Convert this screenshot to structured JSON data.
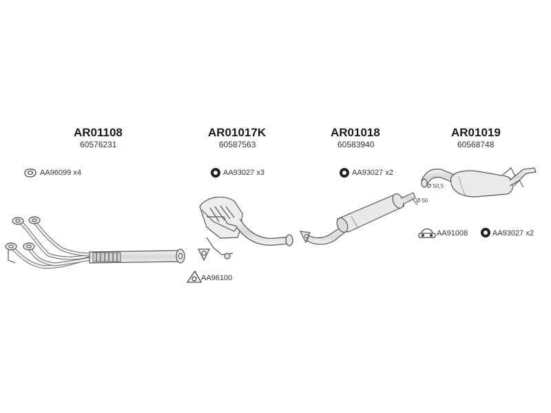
{
  "sections": [
    {
      "code": "AR01108",
      "oem": "60576231"
    },
    {
      "code": "AR01017K",
      "oem": "60587563"
    },
    {
      "code": "AR01018",
      "oem": "60583940"
    },
    {
      "code": "AR01019",
      "oem": "60568748"
    }
  ],
  "accessories": {
    "gasket_front": "AA96099 x4",
    "nut_cat": "AA93027 x3",
    "gasket_cat": "AA96100",
    "nut_mid": "AA93027 x2",
    "clamp_rear": "AA91008",
    "nut_rear": "AA93027 x2"
  },
  "dimensions": {
    "mid_diameter": "Ø 50",
    "rear_diameter": "Ø 50,5"
  },
  "icons": {
    "gasket": "gasket-icon",
    "nut": "nut-icon",
    "clamp": "clamp-icon"
  },
  "colors": {
    "line": "#555555",
    "fill": "#e6e6e6",
    "dark": "#222222"
  }
}
